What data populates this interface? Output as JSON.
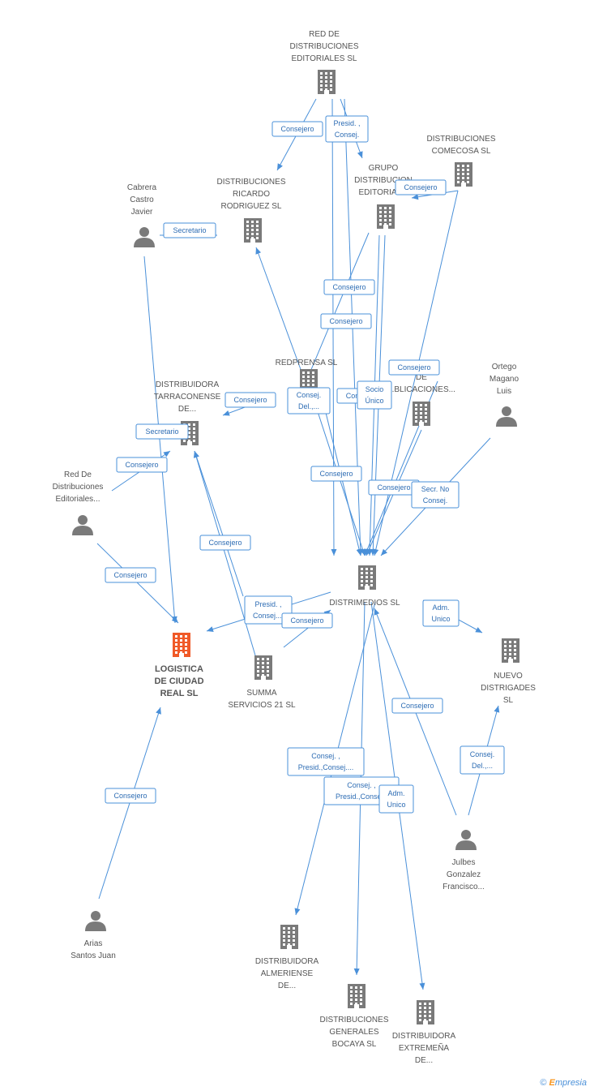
{
  "colors": {
    "edge": "#4a90d9",
    "node": "#7a7a7a",
    "focus": "#f05a28",
    "brand": "#4a90d9",
    "brand_accent": "#f7941d"
  },
  "nodes": [
    {
      "id": "red_dist",
      "type": "company",
      "lines": [
        "RED DE",
        "DISTRIBUCIONES",
        "EDITORIALES SL"
      ]
    },
    {
      "id": "comecosa",
      "type": "company",
      "lines": [
        "DISTRIBUCIONES",
        "COMECOSA SL"
      ]
    },
    {
      "id": "ricardo",
      "type": "company",
      "lines": [
        "DISTRIBUCIONES",
        "RICARDO",
        "RODRIGUEZ SL"
      ]
    },
    {
      "id": "grupo",
      "type": "company",
      "lines": [
        "GRUPO",
        "DISTRIBUCION",
        "EDITORIAL..."
      ]
    },
    {
      "id": "cabrera",
      "type": "person",
      "lines": [
        "Cabrera",
        "Castro",
        "Javier"
      ]
    },
    {
      "id": "redprensa",
      "type": "company",
      "lines": [
        "REDPRENSA SL"
      ]
    },
    {
      "id": "pub",
      "type": "company",
      "lines": [
        "...RA",
        "DE",
        "...BLICACIONES..."
      ]
    },
    {
      "id": "ortego",
      "type": "person",
      "lines": [
        "Ortego",
        "Magano",
        "Luis"
      ]
    },
    {
      "id": "tarraconense",
      "type": "company",
      "lines": [
        "DISTRIBUIDORA",
        "TARRACONENSE",
        "DE..."
      ]
    },
    {
      "id": "red_person",
      "type": "person",
      "lines": [
        "Red De",
        "Distribuciones",
        "Editoriales..."
      ]
    },
    {
      "id": "distrimedios",
      "type": "company",
      "lines": [
        "DISTRIMEDIOS SL"
      ]
    },
    {
      "id": "logistica",
      "type": "focus",
      "lines": [
        "LOGISTICA",
        "DE CIUDAD",
        "REAL SL"
      ]
    },
    {
      "id": "summa",
      "type": "company",
      "lines": [
        "SUMMA",
        "SERVICIOS 21 SL"
      ]
    },
    {
      "id": "nuevo",
      "type": "company",
      "lines": [
        "NUEVO",
        "DISTRIGADES",
        "SL"
      ]
    },
    {
      "id": "julbes",
      "type": "person",
      "lines": [
        "Julbes",
        "Gonzalez",
        "Francisco..."
      ]
    },
    {
      "id": "arias",
      "type": "person",
      "lines": [
        "Arias",
        "Santos Juan"
      ]
    },
    {
      "id": "almeriense",
      "type": "company",
      "lines": [
        "DISTRIBUIDORA",
        "ALMERIENSE",
        "DE..."
      ]
    },
    {
      "id": "bocaya",
      "type": "company",
      "lines": [
        "DISTRIBUCIONES",
        "GENERALES",
        "BOCAYA  SL"
      ]
    },
    {
      "id": "extremena",
      "type": "company",
      "lines": [
        "DISTRIBUIDORA",
        "EXTREMEÑA",
        "DE..."
      ]
    }
  ],
  "badges": [
    {
      "id": "b1",
      "lines": [
        "Consejero"
      ]
    },
    {
      "id": "b2",
      "lines": [
        "Presid. ,",
        "Consej."
      ]
    },
    {
      "id": "b3",
      "lines": [
        "Consejero"
      ]
    },
    {
      "id": "b4",
      "lines": [
        "Secretario"
      ]
    },
    {
      "id": "b5",
      "lines": [
        "Consejero"
      ]
    },
    {
      "id": "b6",
      "lines": [
        "Consejero"
      ]
    },
    {
      "id": "b7",
      "lines": [
        "Consejero"
      ]
    },
    {
      "id": "b8",
      "lines": [
        "Consejero"
      ]
    },
    {
      "id": "b9",
      "lines": [
        "Consej.",
        "Del.,..."
      ]
    },
    {
      "id": "b10",
      "lines": [
        "Con"
      ]
    },
    {
      "id": "b11",
      "lines": [
        "Socio",
        "Único"
      ]
    },
    {
      "id": "b12",
      "lines": [
        "Secretario"
      ]
    },
    {
      "id": "b13",
      "lines": [
        "Consejero"
      ]
    },
    {
      "id": "b14",
      "lines": [
        "Consejero"
      ]
    },
    {
      "id": "b15",
      "lines": [
        "Consejero"
      ]
    },
    {
      "id": "b16",
      "lines": [
        "Secr. No",
        "Consej."
      ]
    },
    {
      "id": "b17",
      "lines": [
        "Consejero"
      ]
    },
    {
      "id": "b18",
      "lines": [
        "Consejero"
      ]
    },
    {
      "id": "b19",
      "lines": [
        "Presid. ,",
        "Consej...."
      ]
    },
    {
      "id": "b20",
      "lines": [
        "Consejero"
      ]
    },
    {
      "id": "b21",
      "lines": [
        "Adm.",
        "Unico"
      ]
    },
    {
      "id": "b22",
      "lines": [
        "Consejero"
      ]
    },
    {
      "id": "b23",
      "lines": [
        "Consej. ,",
        "Presid.,Consej...."
      ]
    },
    {
      "id": "b24",
      "lines": [
        "Consej.",
        "Del.,..."
      ]
    },
    {
      "id": "b25",
      "lines": [
        "Consej. ,",
        "Presid.,Conse..."
      ]
    },
    {
      "id": "b26",
      "lines": [
        "Adm.",
        "Unico"
      ]
    },
    {
      "id": "b27",
      "lines": [
        "Consejero"
      ]
    }
  ],
  "brand": {
    "copyright": "©",
    "first_letter": "E",
    "rest": "mpresia"
  }
}
